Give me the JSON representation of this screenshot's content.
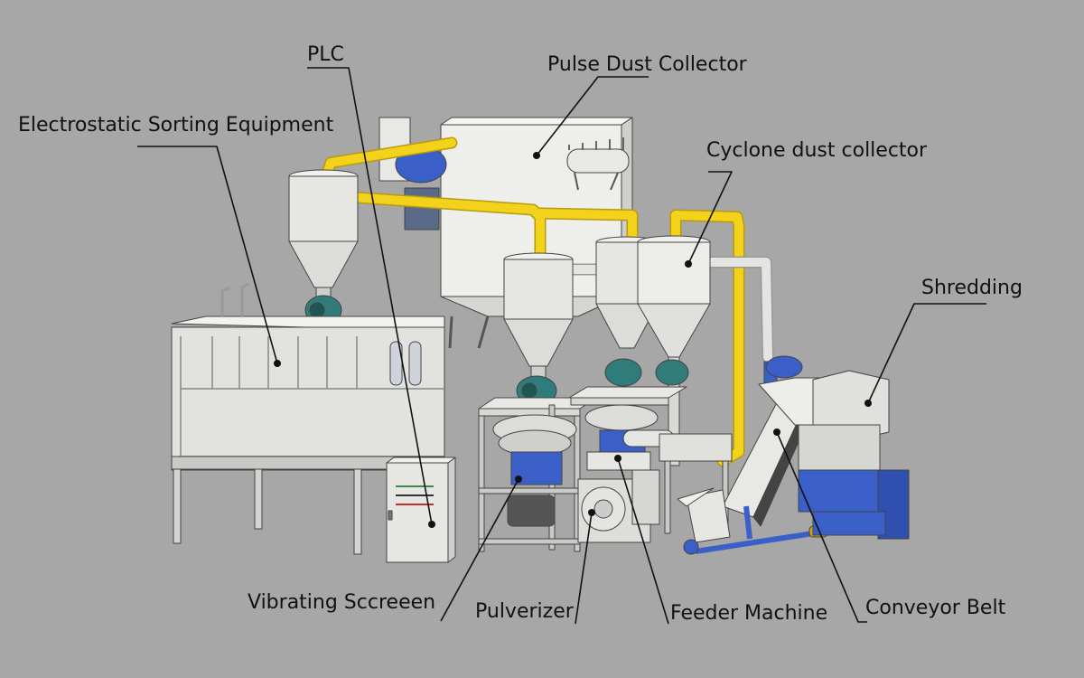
{
  "labels": {
    "plc": "PLC",
    "pulse_dust_collector": "Pulse Dust Collector",
    "electrostatic_sorting": "Electrostatic Sorting Equipment",
    "cyclone_dust_collector": "Cyclone dust collector",
    "shredding": "Shredding",
    "vibrating_screen": "Vibrating Sccreeen",
    "pulverizer": "Pulverizer",
    "feeder_machine": "Feeder Machine",
    "conveyor_belt": "Conveyor Belt"
  },
  "colors": {
    "background": "#a7a7a7",
    "pipe_yellow": "#f2d21a",
    "motor_blue": "#3a5fc8",
    "motor_teal": "#2f7c7a",
    "steel_light": "#e4e4e0",
    "steel_frame": "#c9c9c6",
    "leader_line": "#111111"
  }
}
